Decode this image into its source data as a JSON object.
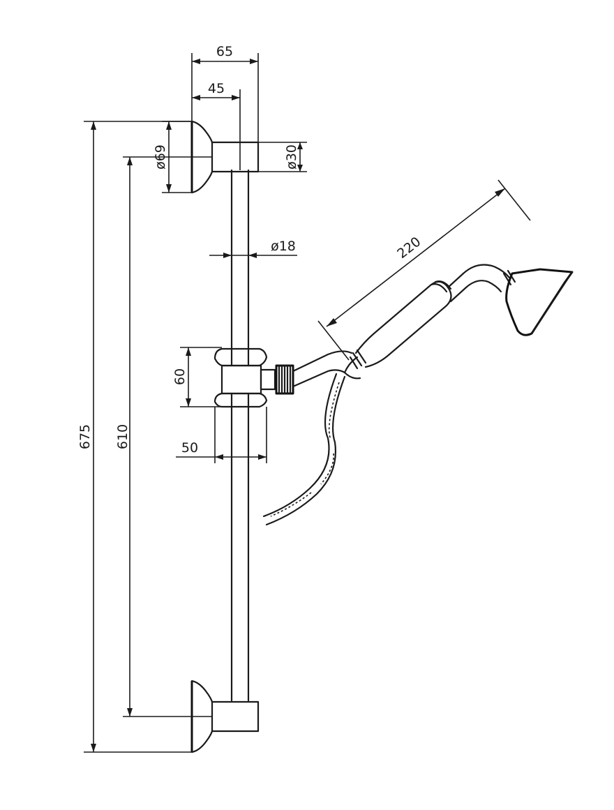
{
  "dimensions": {
    "top_width_outer": "65",
    "top_width_inner": "45",
    "flange_diameter": "ø69",
    "rod_holder_diameter": "ø30",
    "rod_diameter": "ø18",
    "handset_length": "220",
    "slider_height": "60",
    "slider_width": "50",
    "total_height": "675",
    "bracket_spacing": "610"
  }
}
